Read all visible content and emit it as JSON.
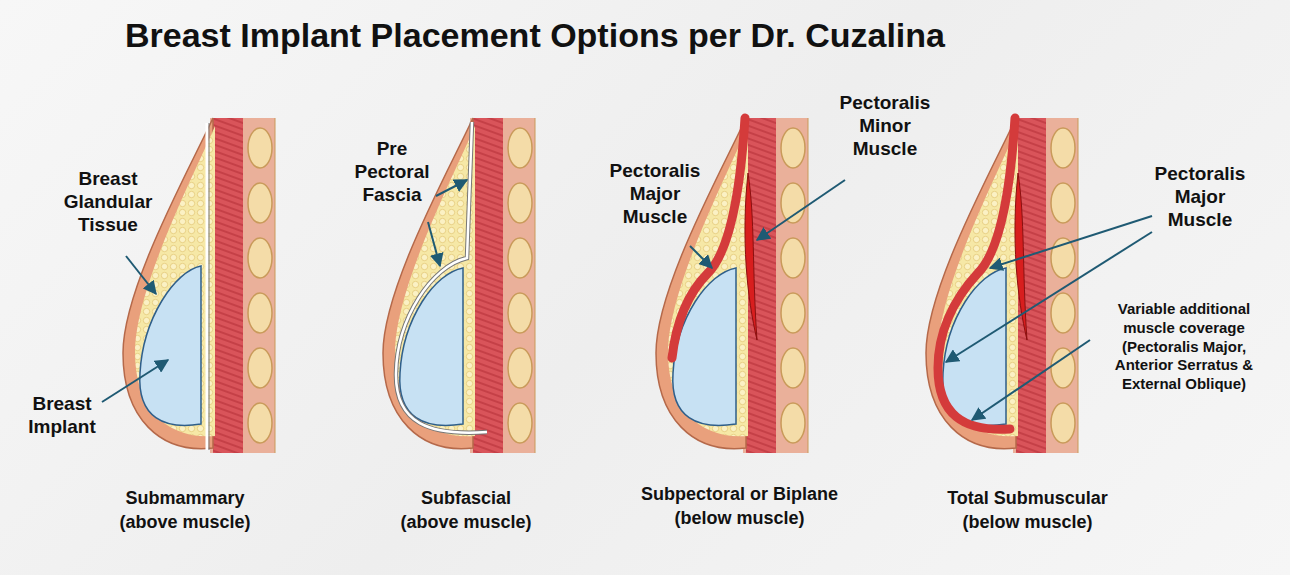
{
  "diagram": {
    "title": "Breast Implant Placement Options per Dr. Cuzalina",
    "labels": [
      "Breast Glandular Tissue",
      "Breast Implant",
      "Submammary (above muscle)",
      "Pre Pectoral Fascia",
      "Subfascial (above muscle)",
      "Pectoralis Major Muscle",
      "Pectoralis Minor Muscle",
      "Subpectoral or Biplane (below muscle)",
      "Pectoralis Major Muscle",
      "Variable additional muscle coverage (Pectoralis Major, Anterior Serratus & External Oblique)",
      "Total Submuscular (below muscle)"
    ]
  }
}
